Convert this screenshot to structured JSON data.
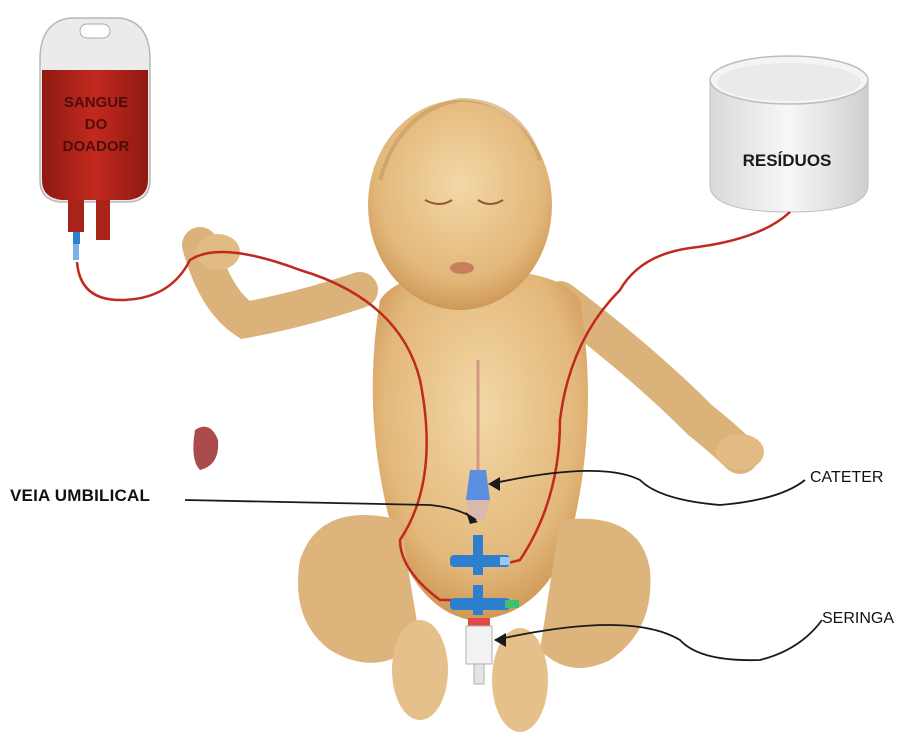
{
  "labels": {
    "donor_blood": [
      "SANGUE",
      "DO",
      "DOADOR"
    ],
    "waste": "RESÍDUOS",
    "umbilical_vein": "VEIA UMBILICAL",
    "catheter": "CATETER",
    "syringe": "SERINGA"
  },
  "colors": {
    "blood": "#b3231a",
    "tubing": "#c0291e",
    "skin": "#e9c58f",
    "stopcock": "#2f7fd0",
    "leader_line": "#1a1a1a"
  }
}
